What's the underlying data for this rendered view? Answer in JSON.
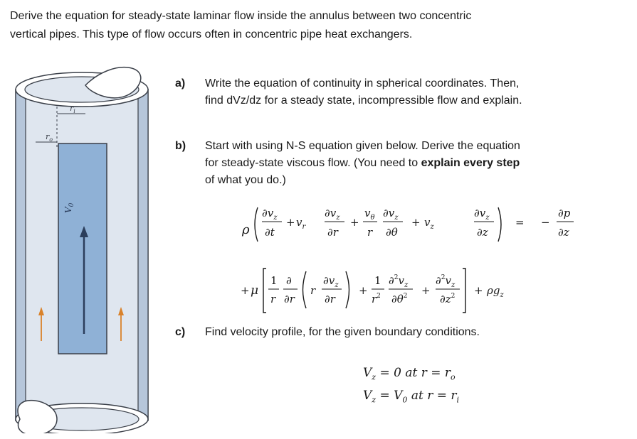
{
  "intro": {
    "line1": "Derive the equation for steady-state laminar flow inside the annulus between two concentric",
    "line2": "vertical pipes. This type of flow occurs often in concentric pipe heat exchangers."
  },
  "part_a": {
    "label": "a)",
    "line1": "Write the equation of continuity in spherical coordinates. Then,",
    "line2": "find dVz/dz for a steady state, incompressible flow and explain."
  },
  "part_b": {
    "label": "b)",
    "line1": "Start with using N-S equation given below. Derive the equation",
    "line2_pre": "for steady-state viscous flow. (You need to ",
    "line2_bold": "explain every step",
    "line3": "of what you do.)"
  },
  "part_c": {
    "label": "c)",
    "line1": "Find velocity profile, for the given boundary conditions."
  },
  "equation": {
    "rho": "ρ",
    "mu": "μ",
    "plus": "+",
    "equals": "=",
    "minus": "−",
    "dvz": "∂v",
    "z_sub": "z",
    "dt": "∂t",
    "dr": "∂r",
    "dz": "∂z",
    "dtheta": "∂θ",
    "dp": "∂p",
    "vr": "v",
    "r_sub": "r",
    "vtheta": "v",
    "theta_sub": "θ",
    "r": "r",
    "one": "1",
    "partial": "∂",
    "r2": "r",
    "two": "2",
    "d2vz": "∂",
    "rho_gz": "ρg",
    "gz_sub": "z"
  },
  "boundary_conditions": {
    "bc1_lhs": "V",
    "bc1_sub": "z",
    "bc1_rhs": "= 0 at r = r",
    "bc1_rsub": "o",
    "bc2_lhs": "V",
    "bc2_sub": "z",
    "bc2_rhs": "= V",
    "bc2_vsub": "0",
    "bc2_tail": "at r = r",
    "bc2_rsub": "i"
  },
  "figure": {
    "label_v0": "V",
    "label_v0_sub": "0",
    "label_ro": "r",
    "label_ro_sub": "o",
    "label_ri": "r",
    "label_ri_sub": "i",
    "colors": {
      "pipe_fill": "#dfe6ef",
      "pipe_edge": "#3a3f48",
      "outer_wall": "#b6c6da",
      "inner_pipe": "#8fb1d6",
      "arrow_dark": "#2b3e5c",
      "arrow_orange": "#d9822b"
    }
  }
}
